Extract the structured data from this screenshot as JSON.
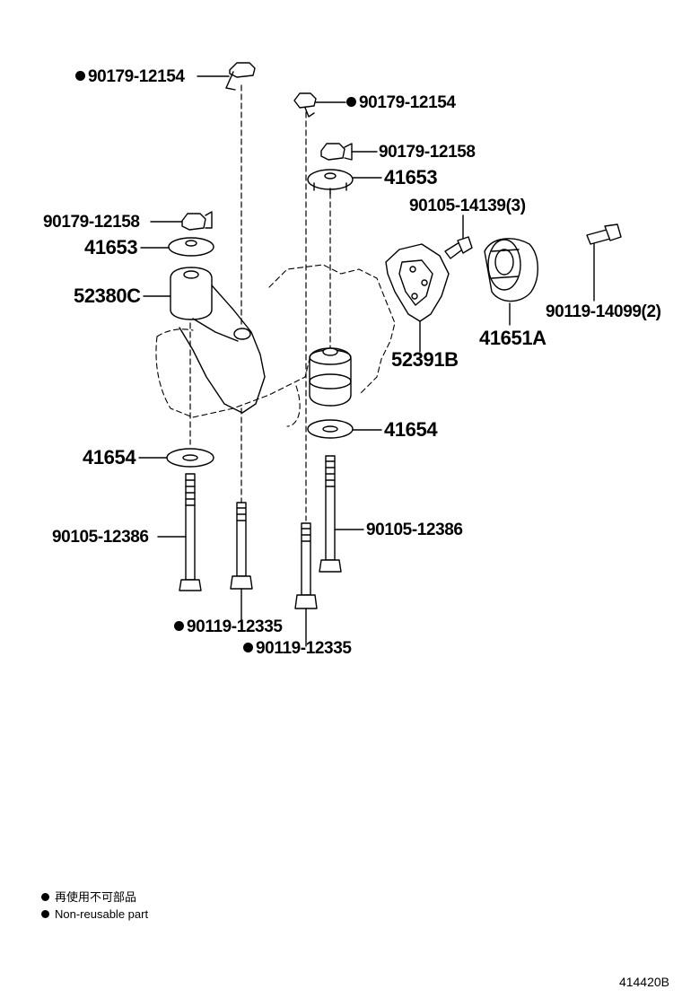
{
  "parts": {
    "p_top_left_bolt": "90179-12154",
    "p_top_mid_bolt": "90179-12154",
    "p_nut_right": "90179-12158",
    "p_washer_right": "41653",
    "p_nut_left": "90179-12158",
    "p_washer_left": "41653",
    "p_bracket": "52380C",
    "p_bolt_1413": "90105-14139(3)",
    "p_bracket_b": "52391B",
    "p_bushing": "41651A",
    "p_bolt_1409": "90119-14099(2)",
    "p_stopper_right": "41654",
    "p_stopper_left": "41654",
    "p_long_bolt_right": "90105-12386",
    "p_long_bolt_left": "90105-12386",
    "p_bolt_12335_a": "90119-12335",
    "p_bolt_12335_b": "90119-12335"
  },
  "legend": {
    "jp": "再使用不可部品",
    "en": "Non-reusable part"
  },
  "figure_number": "414420B"
}
